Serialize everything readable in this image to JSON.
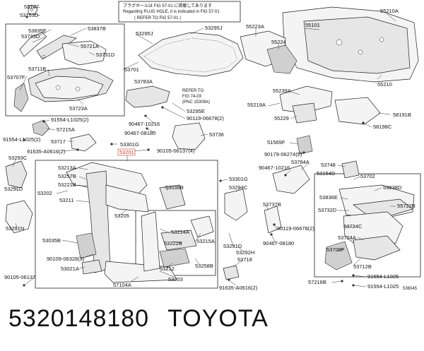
{
  "diagram": {
    "notice": {
      "line1": "ブラグホールは FIG 57-01 に掲載してあります",
      "line2": "Regarding  PLUG  HOLE,  it is indicated in  FIG  57-01",
      "line3": "( REFER TO FIG 57-01 )"
    },
    "ref_fig_74": {
      "line1": "REFER TO",
      "line2": "FIG 74-03",
      "line3": "(PNC 15309A)"
    },
    "image_code": "536045",
    "labels": {
      "l53747": "53747",
      "l53153D": "53153D",
      "l53835E": "53835E",
      "l53837B": "53837B",
      "l53733D": "53733D",
      "l55721A": "55721A",
      "l53731D": "53731D",
      "l53711B": "53711B",
      "l53707F": "53707F",
      "l53723A": "53723A",
      "l53701": "53701",
      "l53295J_a": "53295J",
      "l53295J_b": "53295J",
      "l53783A": "53783A",
      "l53295E": "53295E",
      "l90119_06678_2_a": "90119-06678(2)",
      "l90467_10216_a": "90467-10216",
      "l90467_08180_a": "90467-08180",
      "l53736": "53736",
      "l91554_L1025_2_a": "91554-L1025(2)",
      "l57215A": "57215A",
      "l91554_L1025_2_b": "91554-L1025(2)",
      "l53717": "53717",
      "l53301G": "53301G",
      "l53201": "53201",
      "l91635_A0616_2_a": "91635-A0616(2)",
      "l90105_06137_4": "90105-06137(4)",
      "l53293C": "53293C",
      "l53213A": "53213A",
      "l53257B": "53257B",
      "l53221B": "53221B",
      "l53202": "53202",
      "l53211": "53211",
      "l53291D_a": "53291D",
      "l53291N": "53291N",
      "l53205": "53205",
      "l53036B": "53036B",
      "l53035B": "53035B",
      "l90109_06328_3": "90109-06328(3)",
      "l53021A": "53021A",
      "l90105_06137": "90105-06137",
      "l57104A": "57104A",
      "l53214A": "53214A",
      "l53222B": "53222B",
      "l53215A": "53215A",
      "l53212": "53212",
      "l53258B": "53258B",
      "l53203": "53203",
      "l53301G_b": "53301G",
      "l53294C": "53294C",
      "l53291D_b": "53291D",
      "l53292H": "53292H",
      "l53718": "53718",
      "l91635_A0616_2_b": "91635-A0616(2)",
      "l55210A": "55210A",
      "l55223A": "55223A",
      "l55101": "55101",
      "l55224": "55224",
      "l55210": "55210",
      "l55239A": "55239A",
      "l55219A": "55219A",
      "l55229": "55229",
      "l58191B": "58191B",
      "l58198C": "58198C",
      "l51569F": "51569F",
      "l90179_06274_2": "90179-06274(2)",
      "l90467_10216_b": "90467-10216",
      "l53784A": "53784A",
      "l53748": "53748",
      "l53154D": "53154D",
      "l53702": "53702",
      "l53838D": "53838D",
      "l53836E": "53836E",
      "l55722B": "55722B",
      "l53732D": "53732D",
      "l53737B": "53737B",
      "l53734C": "53734C",
      "l90119_06678_2_b": "90119-06678(2)",
      "l90467_08180_b": "90467-08180",
      "l53724A": "53724A",
      "l53708F": "53708F",
      "l53712B": "53712B",
      "l91554_L1025_a": "91554-L1025",
      "l57216B": "57216B",
      "l91554_L1025_b": "91554-L1025"
    }
  },
  "footer": {
    "part_number": "5320148180",
    "brand": "TOYOTA"
  }
}
